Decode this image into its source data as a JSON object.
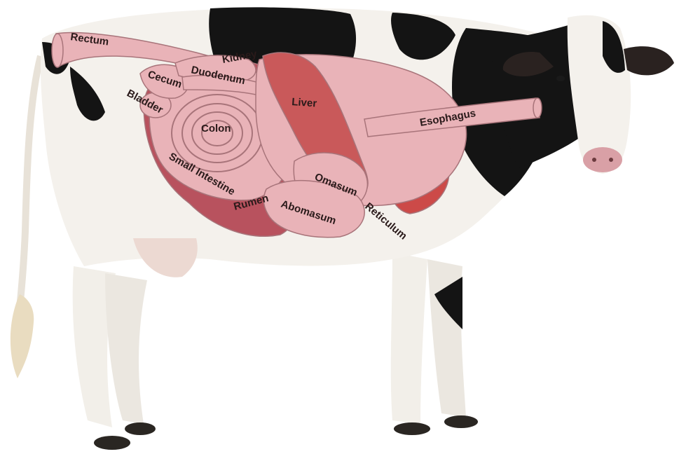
{
  "labels": {
    "rectum": "Rectum",
    "kidney": "Kidney",
    "duodenum": "Duodenum",
    "cecum": "Cecum",
    "bladder": "Bladder",
    "colon": "Colon",
    "liver": "Liver",
    "esophagus": "Esophagus",
    "small_intestine": "Small Intestine",
    "omasum": "Omasum",
    "rumen": "Rumen",
    "abomasum": "Abomasum",
    "reticulum": "Reticulum"
  },
  "colors": {
    "cow_white": "#f4f1ec",
    "cow_black": "#141414",
    "organ_pink": "#e9b3b8",
    "organ_outline": "#a8747a",
    "liver_red": "#c9595a",
    "rumen_dark": "#b8525e",
    "reticulum_red": "#cc4a48",
    "hoof": "#2a2622",
    "nose": "#d9a0a6"
  }
}
